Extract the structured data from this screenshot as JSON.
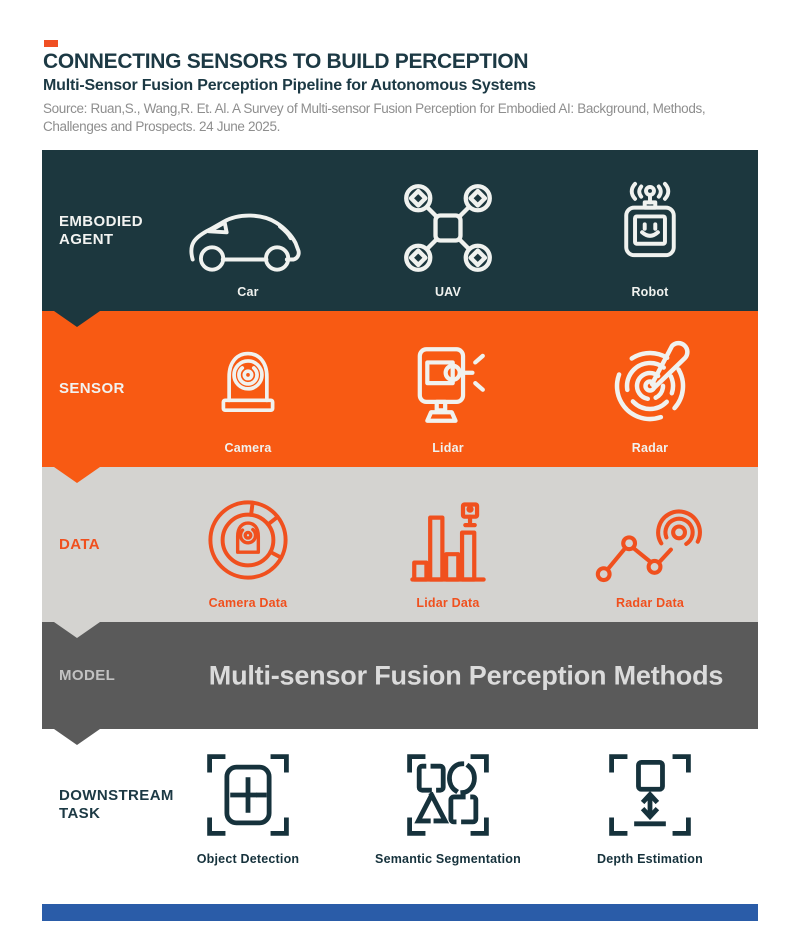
{
  "header": {
    "dash_icon": "orange-dash-icon",
    "title": "CONNECTING SENSORS TO BUILD PERCEPTION",
    "subtitle": "Multi-Sensor Fusion Perception Pipeline for Autonomous Systems",
    "source": "Source: Ruan,S., Wang,R. Et. Al. A Survey of Multi-sensor Fusion Perception for Embodied AI: Background, Methods, Challenges and Prospects. 24 June 2025."
  },
  "stages": {
    "agent": {
      "label": "EMBODIED AGENT",
      "items": [
        {
          "label": "Car",
          "icon": "car-icon"
        },
        {
          "label": "UAV",
          "icon": "uav-icon"
        },
        {
          "label": "Robot",
          "icon": "robot-icon"
        }
      ]
    },
    "sensor": {
      "label": "SENSOR",
      "items": [
        {
          "label": "Camera",
          "icon": "camera-icon"
        },
        {
          "label": "Lidar",
          "icon": "lidar-icon"
        },
        {
          "label": "Radar",
          "icon": "radar-icon"
        }
      ]
    },
    "data": {
      "label": "DATA",
      "items": [
        {
          "label": "Camera Data",
          "icon": "camera-data-icon"
        },
        {
          "label": "Lidar Data",
          "icon": "lidar-data-icon"
        },
        {
          "label": "Radar Data",
          "icon": "radar-data-icon"
        }
      ]
    },
    "model": {
      "label": "MODEL",
      "method_title": "Multi-sensor Fusion Perception Methods"
    },
    "downstream": {
      "label": "DOWNSTREAM TASK",
      "items": [
        {
          "label": "Object Detection",
          "icon": "object-detection-icon"
        },
        {
          "label": "Semantic Segmentation",
          "icon": "semantic-segmentation-icon"
        },
        {
          "label": "Depth Estimation",
          "icon": "depth-estimation-icon"
        }
      ]
    }
  },
  "colors": {
    "agent_band_navy": "#1C373E",
    "sensor_band_orange": "#F85A13",
    "data_band_gray": "#D4D3D0",
    "model_band_gray": "#5A5A5A",
    "accent_dash_orange": "#F04F23",
    "data_icon_orange": "#F0501E",
    "title_navy": "#1C3944",
    "source_gray": "#8E8E8E",
    "footer_blue": "#2A5CA8"
  }
}
